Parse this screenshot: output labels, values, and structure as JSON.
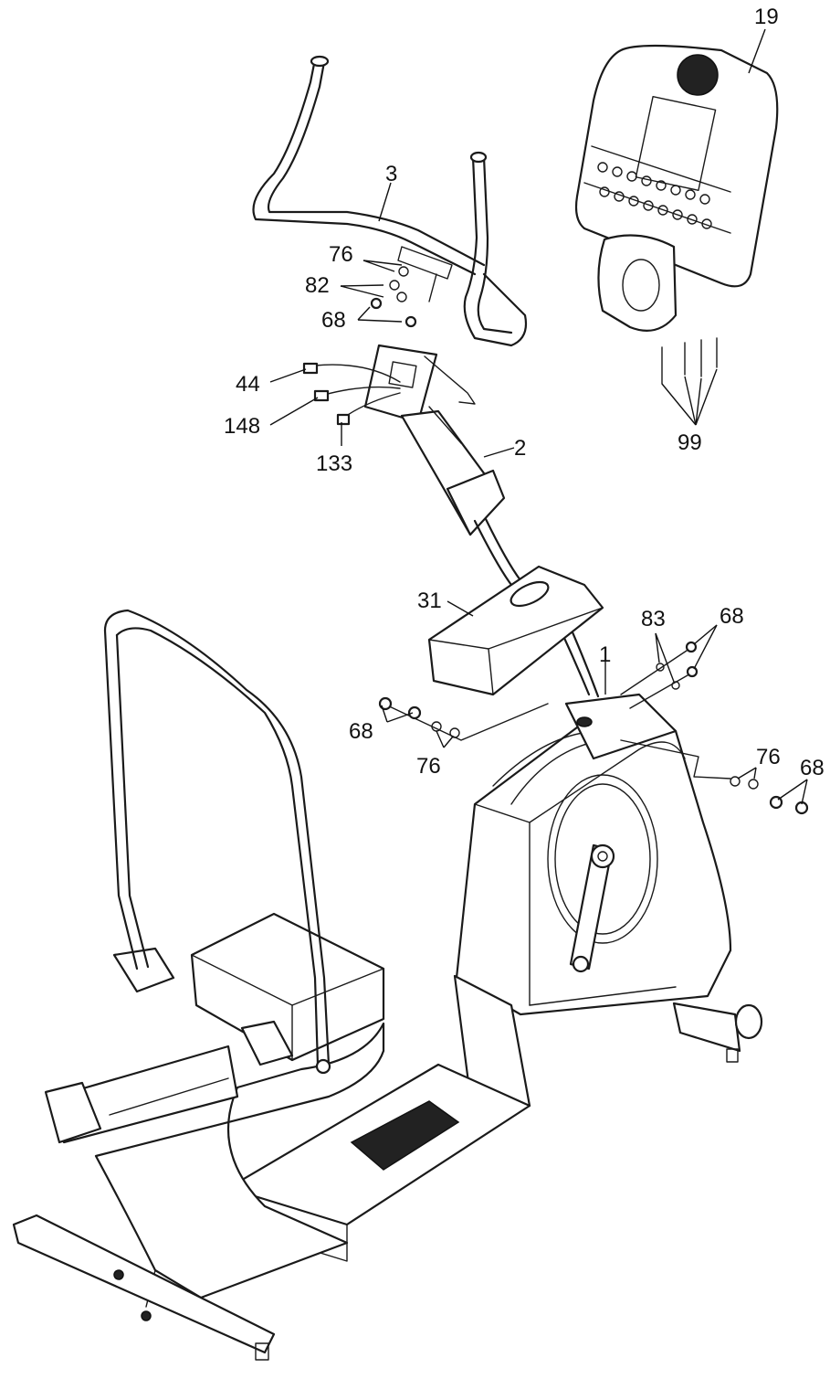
{
  "callouts": {
    "c1": "1",
    "c2": "2",
    "c3": "3",
    "c19": "19",
    "c31": "31",
    "c44": "44",
    "c68_a": "68",
    "c68_b": "68",
    "c68_c": "68",
    "c68_d": "68",
    "c76_a": "76",
    "c76_b": "76",
    "c76_c": "76",
    "c82": "82",
    "c83": "83",
    "c99": "99",
    "c133": "133",
    "c148": "148"
  }
}
